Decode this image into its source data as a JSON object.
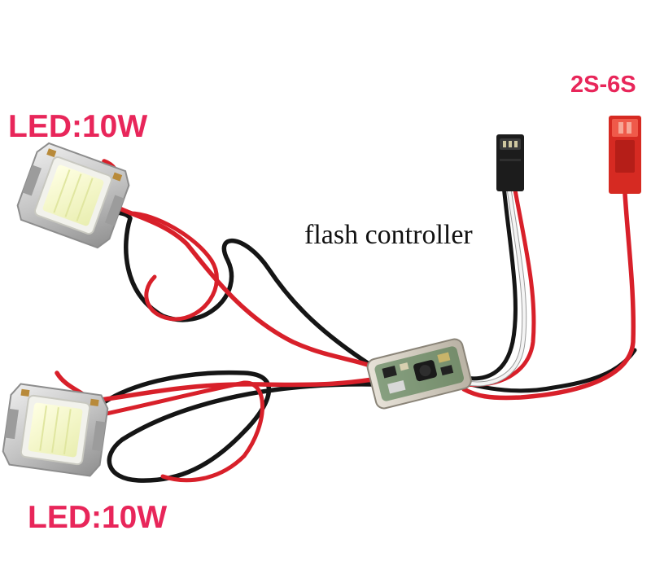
{
  "labels": {
    "led_top": "LED:10W",
    "led_bottom": "LED:10W",
    "voltage": "2S-6S",
    "controller": "flash controller"
  },
  "colors": {
    "label_red": "#e8265a",
    "wire_red": "#d8202a",
    "wire_black": "#151515",
    "wire_white": "#f2f2f2",
    "connector_red": "#d62a22",
    "servo_connector": "#1c1c1c",
    "led_chip": "#f6f7c8",
    "heatsink": "#c9c9c9",
    "pcb_green": "#3a6b3a"
  }
}
